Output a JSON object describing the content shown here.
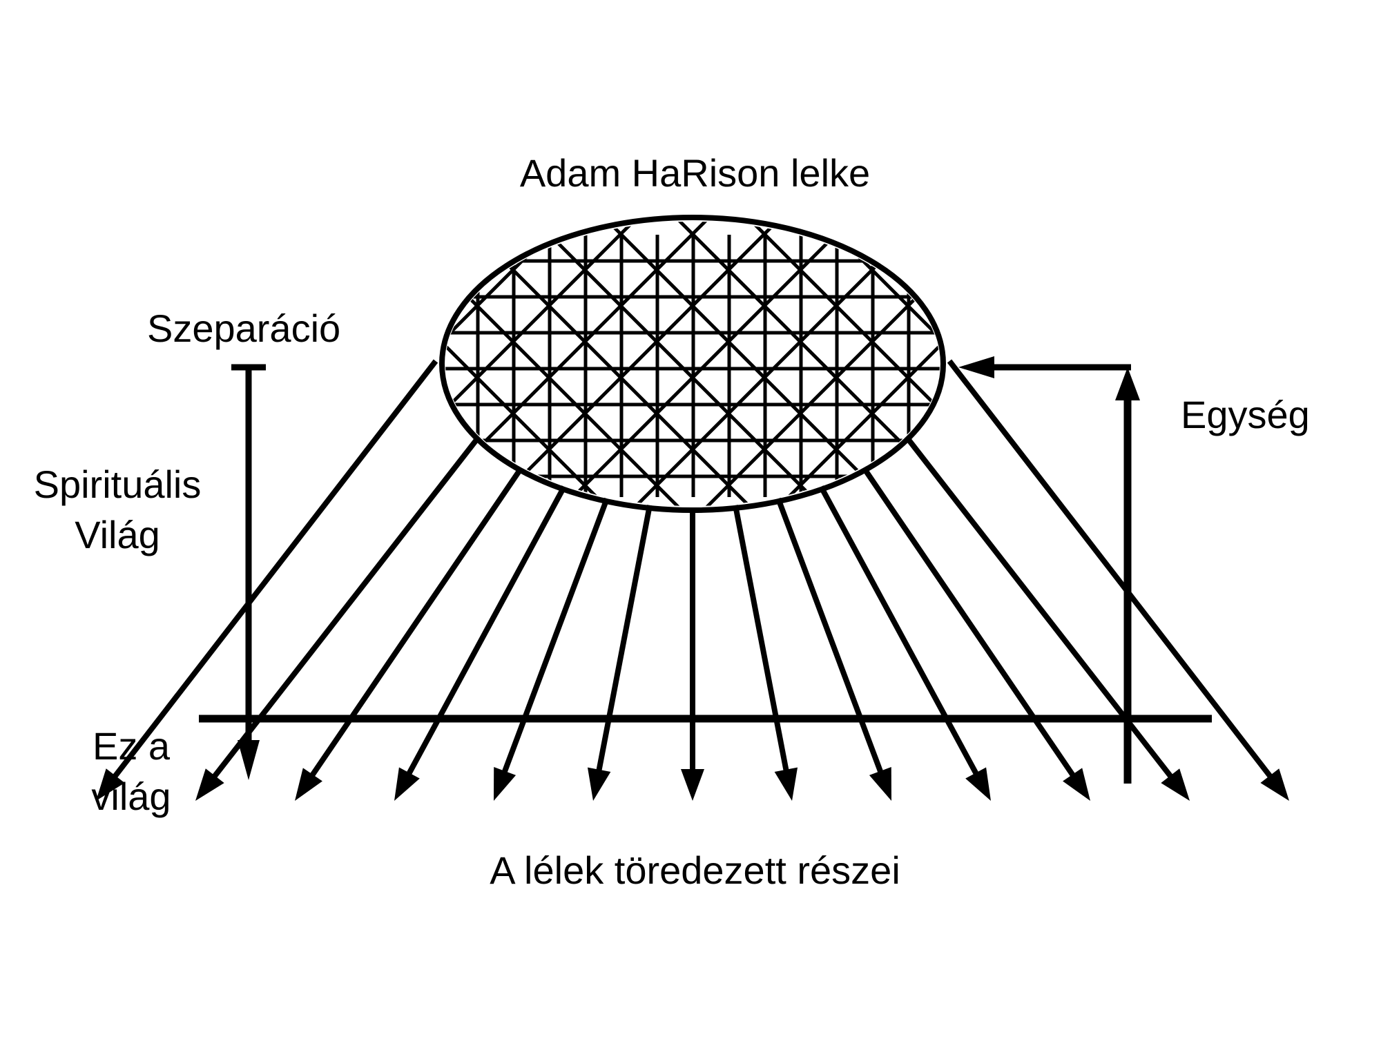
{
  "title": "Adam HaRison lelke",
  "left_top_label": "Szeparáció",
  "left_mid_label": [
    "Spirituális",
    "Világ"
  ],
  "left_bottom_label": [
    "Ez a",
    "világ"
  ],
  "right_label": "Egység",
  "bottom_label": "A lélek töredezett részei",
  "fragment_arrow_count": 13,
  "colors": {
    "ink": "#000000",
    "background": "#ffffff"
  }
}
